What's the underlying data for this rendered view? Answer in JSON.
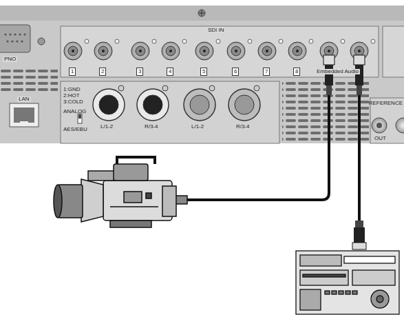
{
  "diagram": {
    "labels": [
      "SDI IN",
      "1",
      "2",
      "3",
      "4",
      "5",
      "6",
      "7",
      "8",
      "Embedded Audio",
      "1:GND",
      "2:HOT",
      "3:COLD",
      "ANALOG",
      "AES/EBU",
      "L/1-2",
      "R/3-4",
      "L/1-2",
      "R/3-4",
      "LAN",
      "REFERENCE",
      "OUT",
      "PNO"
    ]
  }
}
